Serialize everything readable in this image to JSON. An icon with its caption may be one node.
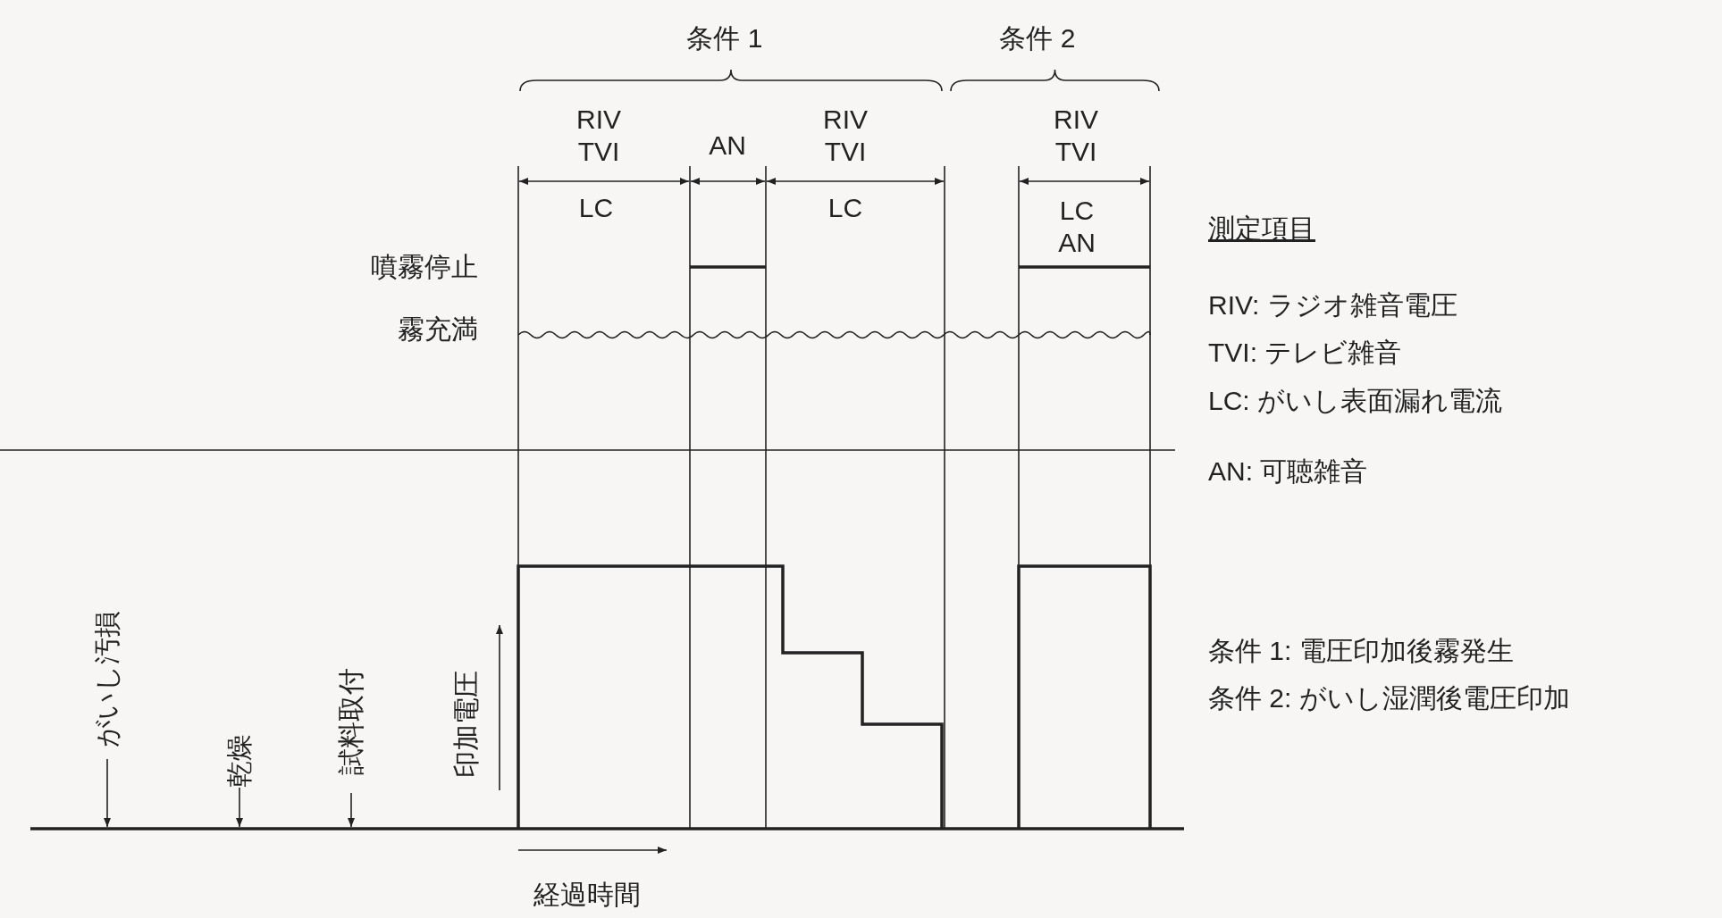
{
  "diagram": {
    "labels": [
      "条件 1",
      "条件 2",
      "RIV TVI",
      "AN",
      "RIV TVI",
      "RIV TVI",
      "LC",
      "LC",
      "LC AN",
      "噴霧停止",
      "霧充満",
      "測定項目",
      "RIV: ラジオ雑音電圧",
      "TVI: テレビ雑音",
      "LC: がいし表面漏れ電流",
      "AN: 可聴雑音",
      "条件 1: 電圧印加後霧発生",
      "条件 2: がいし湿潤後電圧印加",
      "がいし汚損",
      "乾燥",
      "試料取付",
      "印加電圧",
      "経過時間"
    ]
  }
}
